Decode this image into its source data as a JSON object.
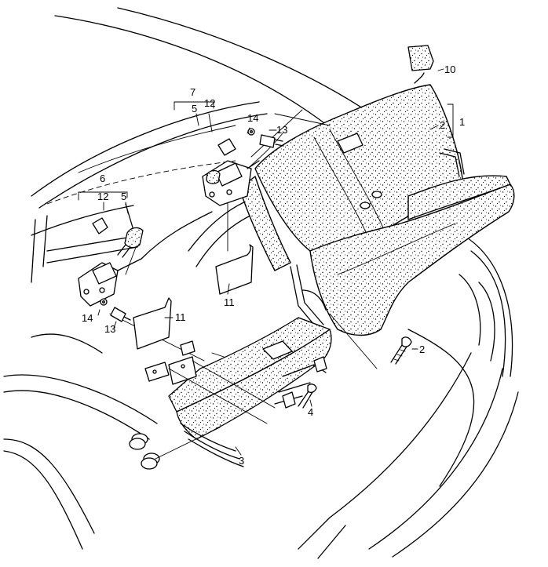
{
  "callouts": {
    "c1": "1",
    "c2_bracket": "2",
    "c2_screw": "2",
    "c3": "3",
    "c4": "4",
    "c5_left": "5",
    "c5_right": "5",
    "c6": "6",
    "c7": "7",
    "c10": "10",
    "c11_center": "11",
    "c11_lower": "11",
    "c12_left": "12",
    "c12_right": "12",
    "c13_left": "13",
    "c13_right": "13",
    "c14_left": "14",
    "c14_right": "14"
  }
}
